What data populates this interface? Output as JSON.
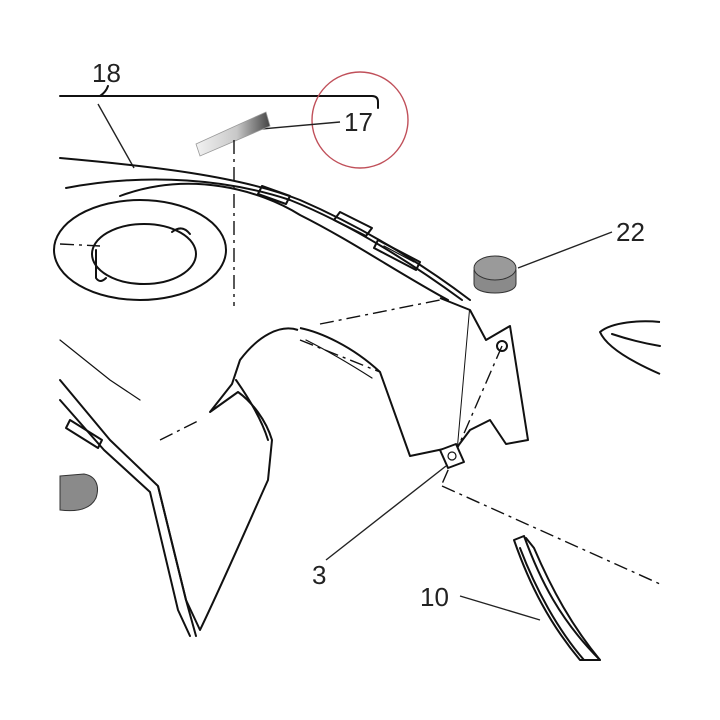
{
  "callouts": {
    "c18": "18",
    "c17": "17",
    "c22": "22",
    "c3": "3",
    "c10": "10"
  },
  "colors": {
    "line": "#111111",
    "bumper_gray": "#8a8a8a",
    "highlight_circle": "#c0505a",
    "decal_dark": "#555555",
    "decal_light": "#e8e8e8"
  },
  "icons": {
    "highlight": "red-highlight-circle",
    "decal": "decal-strip-icon"
  }
}
